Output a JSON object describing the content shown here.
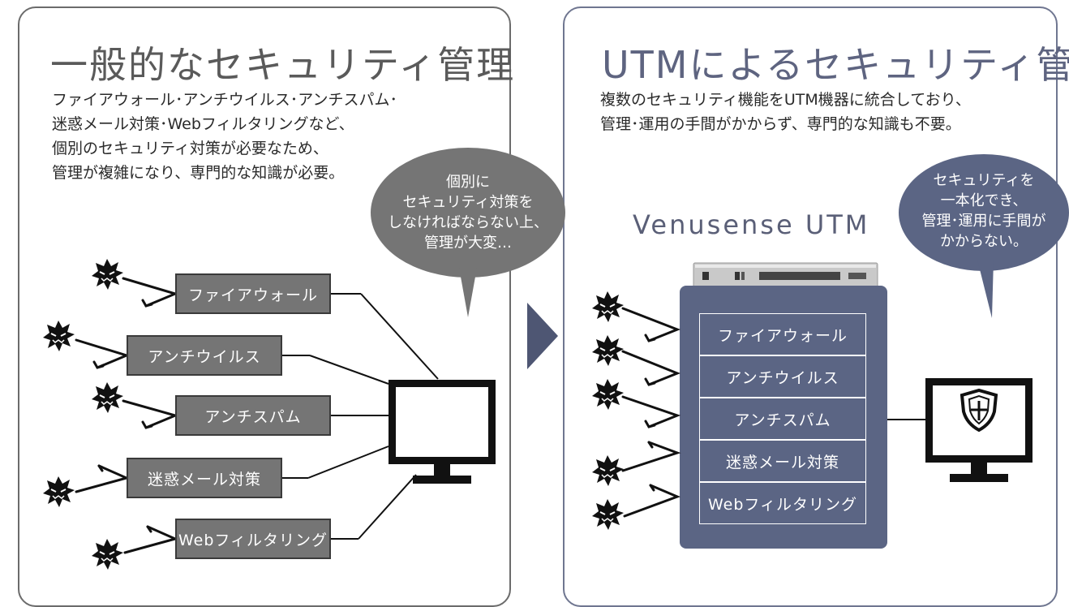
{
  "colors": {
    "left_border": "#6b6b6b",
    "right_border": "#6f7690",
    "bubble_gray": "#757575",
    "bubble_navy": "#5b6584",
    "box_gray": "#757575",
    "utm_body": "#5b6584",
    "arrow": "#4e5673"
  },
  "left": {
    "title": "一般的なセキュリティ管理",
    "description": [
      "ファイアウォール･アンチウイルス･アンチスパム･",
      "迷惑メール対策･Webフィルタリングなど、",
      "個別のセキュリティ対策が必要なため、",
      "管理が複雑になり、専門的な知識が必要。"
    ],
    "bubble": [
      "個別に",
      "セキュリティ対策を",
      "しなければならない上、",
      "管理が大変…"
    ],
    "boxes": [
      "ファイアウォール",
      "アンチウイルス",
      "アンチスパム",
      "迷惑メール対策",
      "Webフィルタリング"
    ]
  },
  "right": {
    "title": "UTMによるセキュリティ管理",
    "description": [
      "複数のセキュリティ機能をUTM機器に統合しており、",
      "管理･運用の手間がかからず、専門的な知識も不要。"
    ],
    "bubble": [
      "セキュリティを",
      "一本化でき、",
      "管理･運用に手間が",
      "かからない。"
    ],
    "device_label": "Venusense UTM",
    "functions": [
      "ファイアウォール",
      "アンチウイルス",
      "アンチスパム",
      "迷惑メール対策",
      "Webフィルタリング"
    ]
  },
  "icons": {
    "threat": "virus-icon",
    "monitor": "monitor-icon",
    "shield": "shield-icon",
    "arrow": "right-arrow-icon",
    "appliance": "utm-appliance-icon"
  }
}
